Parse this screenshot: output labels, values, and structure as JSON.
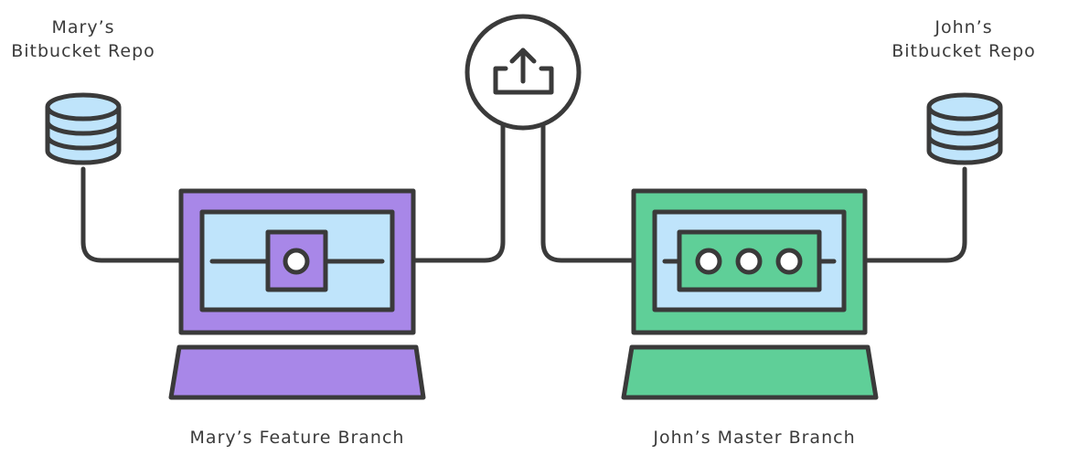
{
  "mary": {
    "repo_label_line1": "Mary’s",
    "repo_label_line2": "Bitbucket Repo",
    "branch_label": "Mary’s Feature Branch",
    "color": "#a887e8"
  },
  "john": {
    "repo_label_line1": "John’s",
    "repo_label_line2": "Bitbucket Repo",
    "branch_label": "John’s Master Branch",
    "color": "#5fcf98"
  },
  "colors": {
    "stroke": "#3a3a3a",
    "screen": "#bfe4fb",
    "database": "#bfe4fb",
    "background": "#ffffff"
  },
  "icons": {
    "center": "upload-icon",
    "repo": "database-icon"
  }
}
